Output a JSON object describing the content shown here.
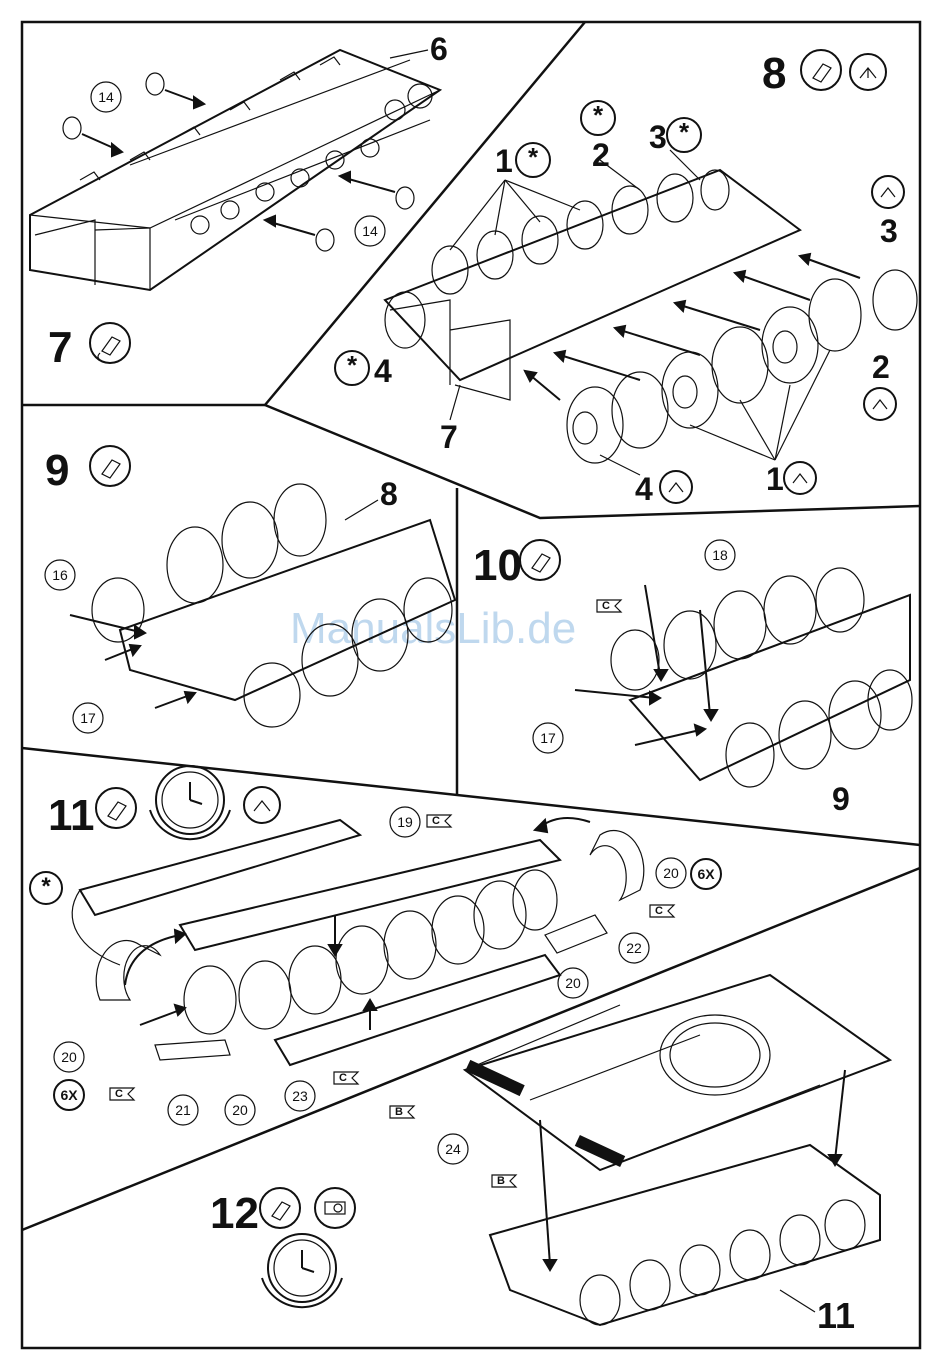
{
  "watermark": "ManualsLib.de",
  "steps": [
    {
      "id": "7",
      "number": "7",
      "parts": [
        {
          "label": "6"
        },
        {
          "label": "14"
        },
        {
          "label": "14"
        }
      ]
    },
    {
      "id": "8",
      "number": "8",
      "parts": [
        {
          "label": "1"
        },
        {
          "label": "2"
        },
        {
          "label": "3"
        },
        {
          "label": "3"
        },
        {
          "label": "2"
        },
        {
          "label": "4"
        },
        {
          "label": "7"
        },
        {
          "label": "4"
        },
        {
          "label": "1"
        }
      ]
    },
    {
      "id": "9",
      "number": "9",
      "parts": [
        {
          "label": "8"
        },
        {
          "label": "16"
        },
        {
          "label": "17"
        }
      ]
    },
    {
      "id": "10",
      "number": "10",
      "parts": [
        {
          "label": "18"
        },
        {
          "label": "17"
        },
        {
          "label": "9"
        }
      ]
    },
    {
      "id": "11",
      "number": "11",
      "parts": [
        {
          "label": "19"
        },
        {
          "label": "20"
        },
        {
          "label": "6X"
        },
        {
          "label": "22"
        },
        {
          "label": "20"
        },
        {
          "label": "20"
        },
        {
          "label": "6X"
        },
        {
          "label": "21"
        },
        {
          "label": "20"
        },
        {
          "label": "23"
        }
      ]
    },
    {
      "id": "12",
      "number": "12",
      "parts": [
        {
          "label": "24"
        },
        {
          "label": "11"
        }
      ]
    }
  ],
  "flags": {
    "c": "C",
    "b": "B"
  },
  "icons": [
    "glue-icon",
    "paint-icon",
    "dry-time-clock-icon",
    "turn-over-icon",
    "decal-icon",
    "asterisk-optional-icon"
  ]
}
